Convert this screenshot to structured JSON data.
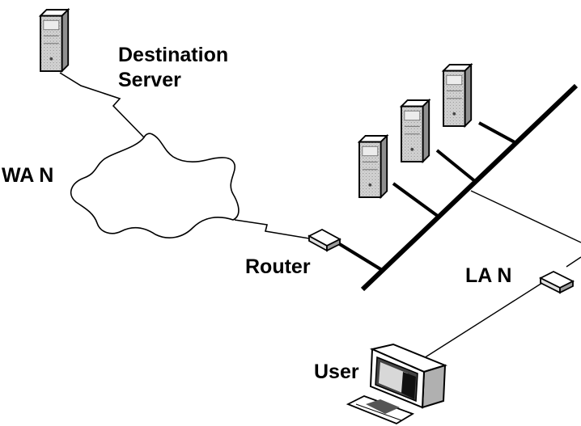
{
  "labels": {
    "destination_line1": "Destination",
    "destination_line2": "Server",
    "wan": "WA N",
    "router": "Router",
    "lan": "LA N",
    "user": "User"
  },
  "colors": {
    "ink": "#000000",
    "server_face": "#d4d4d4",
    "server_side": "#8f8f8f",
    "background": "#ffffff"
  },
  "icons": [
    "server-icon",
    "cloud-icon",
    "router-icon",
    "computer-icon",
    "keyboard-icon"
  ]
}
